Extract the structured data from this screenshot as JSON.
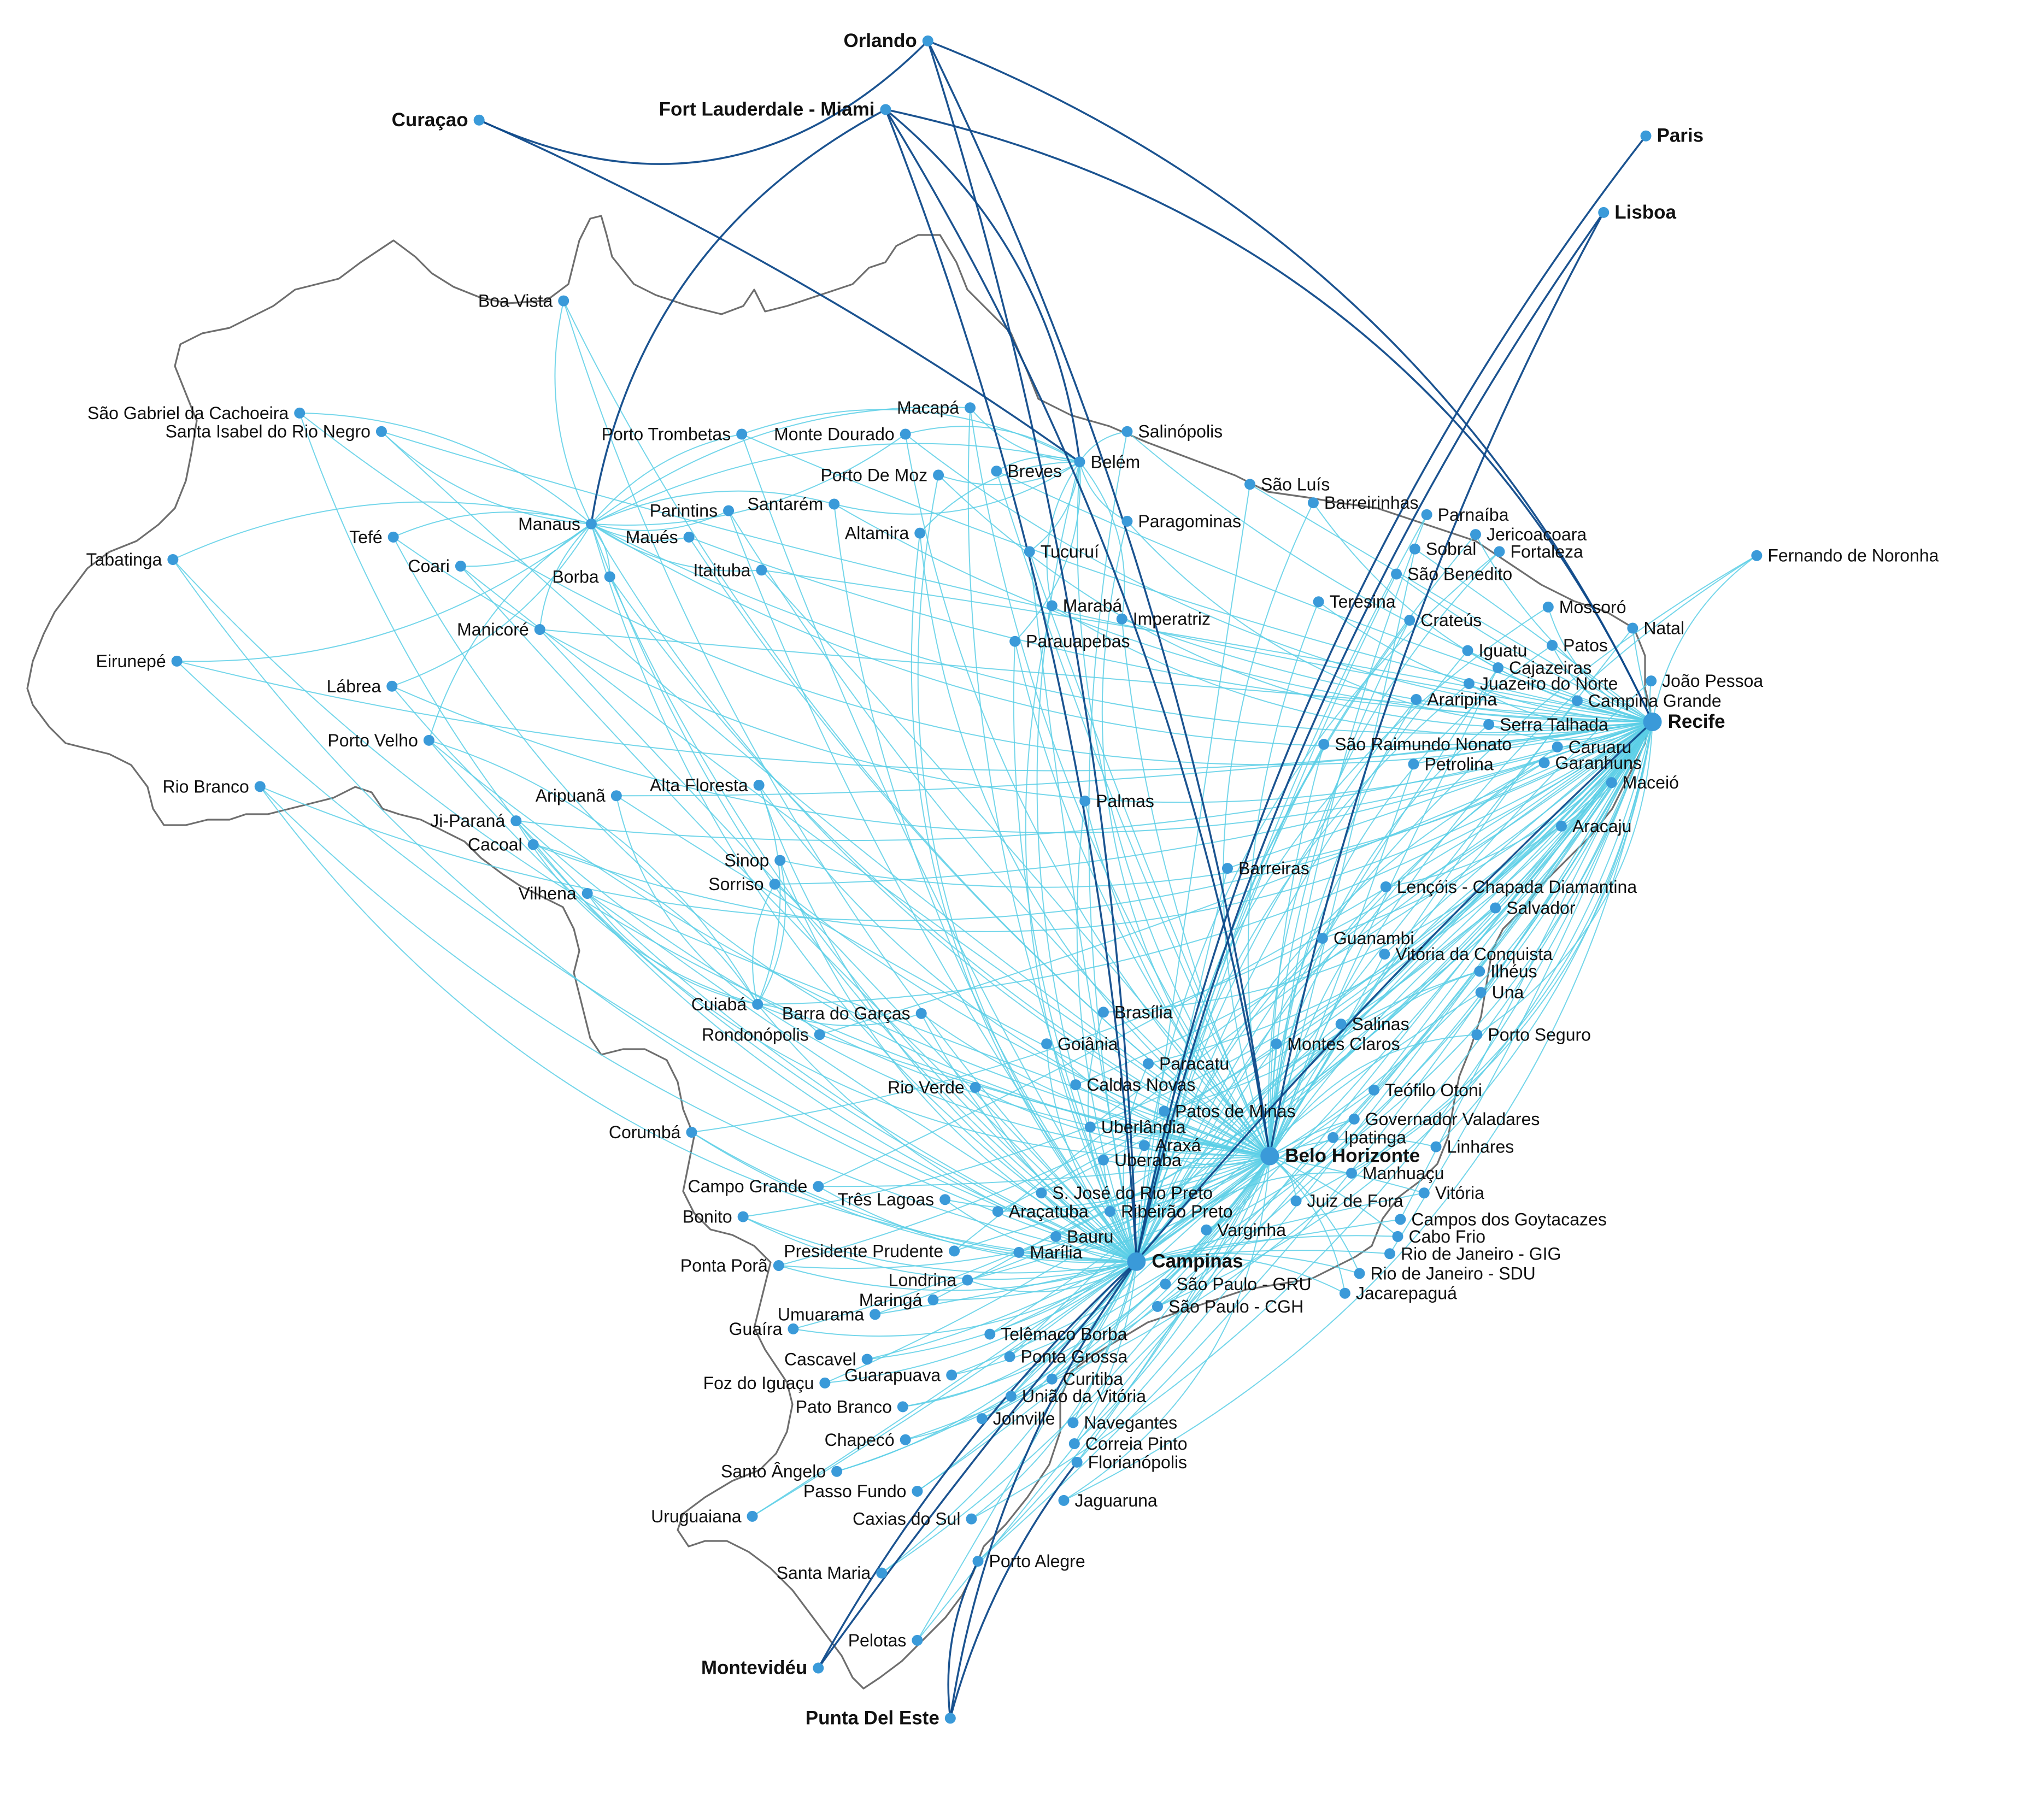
{
  "colors": {
    "domestic_route": "#5ccfe6",
    "international_route": "#0f4a8a",
    "city_marker": "#3a9ad9",
    "border": "#6e6e6e",
    "label": "#111111"
  },
  "hubs": [
    "Campinas",
    "Belo Horizonte",
    "Recife"
  ],
  "international_destinations": [
    "Orlando",
    "Fort Lauderdale - Miami",
    "Curaçao",
    "Paris",
    "Lisboa",
    "Montevidéu",
    "Punta Del Este"
  ],
  "cities": [
    "Orlando",
    "Fort Lauderdale - Miami",
    "Curaçao",
    "Paris",
    "Lisboa",
    "Boa Vista",
    "São Gabriel da Cachoeira",
    "Santa Isabel do Rio Negro",
    "Tabatinga",
    "Eirunepé",
    "Tefé",
    "Coari",
    "Manaus",
    "Maués",
    "Borba",
    "Manicoré",
    "Lábrea",
    "Parintins",
    "Santarém",
    "Itaituba",
    "Altamira",
    "Porto Trombetas",
    "Monte Dourado",
    "Macapá",
    "Porto De Moz",
    "Breves",
    "Belém",
    "Salinópolis",
    "Paragominas",
    "Tucuruí",
    "Marabá",
    "Imperatriz",
    "Parauapebas",
    "São Luís",
    "Barreirinhas",
    "Parnaíba",
    "Jericoacoara",
    "Sobral",
    "Fortaleza",
    "São Benedito",
    "Teresina",
    "Crateús",
    "Mossoró",
    "Natal",
    "Fernando de Noronha",
    "Iguatu",
    "Patos",
    "Cajazeiras",
    "Juazeiro do Norte",
    "João Pessoa",
    "Araripina",
    "Campina Grande",
    "Serra Talhada",
    "Recife",
    "São Raimundo Nonato",
    "Caruaru",
    "Petrolina",
    "Garanhuns",
    "Maceió",
    "Aracaju",
    "Porto Velho",
    "Rio Branco",
    "Aripuanã",
    "Alta Floresta",
    "Ji-Paraná",
    "Cacoal",
    "Vilhena",
    "Sinop",
    "Sorriso",
    "Palmas",
    "Barreiras",
    "Lençóis - Chapada Diamantina",
    "Salvador",
    "Guanambi",
    "Vitória da Conquista",
    "Ilhéus",
    "Una",
    "Cuiabá",
    "Barra do Garças",
    "Brasília",
    "Rondonópolis",
    "Goiânia",
    "Salinas",
    "Porto Seguro",
    "Montes Claros",
    "Paracatu",
    "Caldas Novas",
    "Rio Verde",
    "Teófilo Otoni",
    "Patos de Minas",
    "Governador Valadares",
    "Corumbá",
    "Uberlândia",
    "Araxá",
    "Ipatinga",
    "Linhares",
    "Uberaba",
    "Belo Horizonte",
    "Manhuaçu",
    "Campo Grande",
    "Três Lagoas",
    "S. José do Rio Preto",
    "Juiz de Fora",
    "Vitória",
    "Bonito",
    "Araçatuba",
    "Ribeirão Preto",
    "Campos dos Goytacazes",
    "Varginha",
    "Cabo Frio",
    "Bauru",
    "Presidente Prudente",
    "Marília",
    "Campinas",
    "Rio de Janeiro - GIG",
    "Ponta Porã",
    "Rio de Janeiro - SDU",
    "Londrina",
    "São Paulo - GRU",
    "Jacarepaguá",
    "Maringá",
    "São Paulo - CGH",
    "Umuarama",
    "Guaíra",
    "Telêmaco Borba",
    "Cascavel",
    "Ponta Grossa",
    "Guarapuava",
    "Curitiba",
    "Foz do Iguaçu",
    "União da Vitória",
    "Pato Branco",
    "Navegantes",
    "Joinville",
    "Correia Pinto",
    "Chapecó",
    "Florianópolis",
    "Santo Ângelo",
    "Passo Fundo",
    "Jaguaruna",
    "Uruguaiana",
    "Caxias do Sul",
    "Porto Alegre",
    "Santa Maria",
    "Pelotas",
    "Montevidéu",
    "Punta Del Este"
  ]
}
